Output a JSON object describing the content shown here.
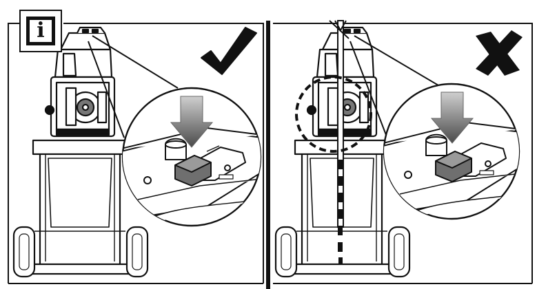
{
  "info_badge": {
    "letter": "i",
    "icon": "info-icon"
  },
  "panels": [
    {
      "id": "correct",
      "verdict_icon": "check-mark-icon",
      "color": "#111111"
    },
    {
      "id": "incorrect",
      "verdict_icon": "cross-mark-icon",
      "color": "#111111"
    }
  ],
  "colors": {
    "line": "#111111",
    "background": "#ffffff",
    "highlight": "#777777",
    "arrow_dark": "#555555",
    "arrow_light": "#bbbbbb"
  }
}
